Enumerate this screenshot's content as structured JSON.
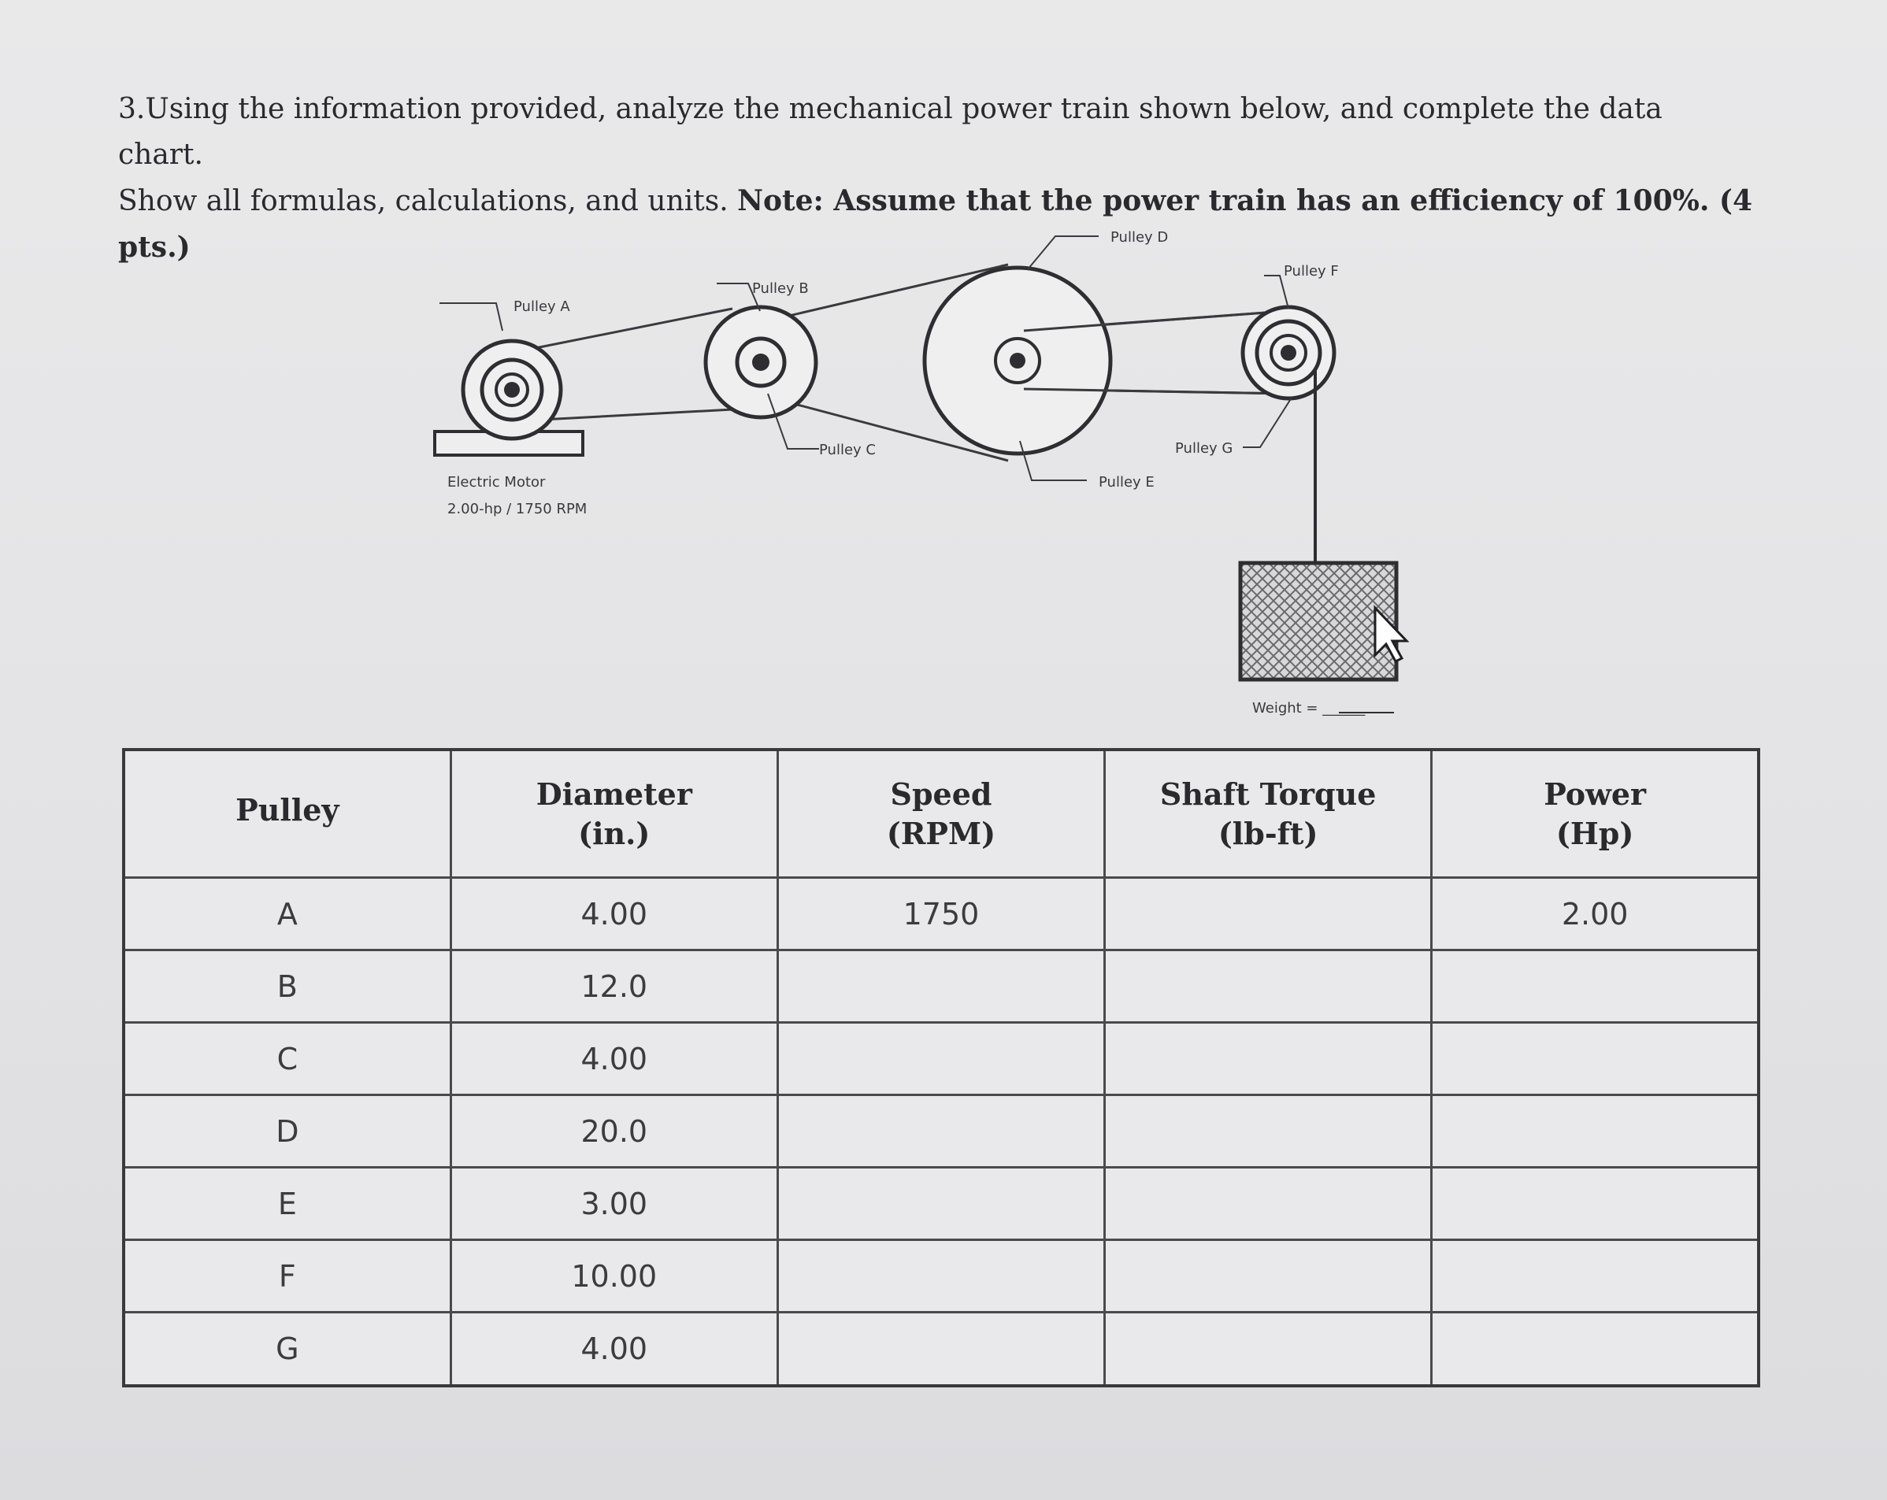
{
  "question": {
    "line1": "3.Using the information provided, analyze the mechanical power train shown below, and complete the data chart.",
    "line2_plain": "Show all formulas, calculations, and units. ",
    "line2_bold": "Note: Assume that the power train has an efficiency of 100%. (4 pts.)"
  },
  "diagram": {
    "pulley_a": "Pulley A",
    "pulley_b": "Pulley B",
    "pulley_c": "Pulley C",
    "pulley_d": "Pulley D",
    "pulley_e": "Pulley E",
    "pulley_f": "Pulley F",
    "pulley_g": "Pulley G",
    "motor_label": "Electric Motor",
    "motor_spec": "2.00-hp / 1750 RPM",
    "weight_label": "Weight = ______"
  },
  "table": {
    "headers": {
      "pulley": "Pulley",
      "diameter": "Diameter",
      "diameter_unit": "(in.)",
      "speed": "Speed",
      "speed_unit": "(RPM)",
      "torque": "Shaft Torque",
      "torque_unit": "(lb-ft)",
      "power": "Power",
      "power_unit": "(Hp)"
    },
    "rows": [
      {
        "pulley": "A",
        "diameter": "4.00",
        "speed": "1750",
        "torque": "",
        "power": "2.00"
      },
      {
        "pulley": "B",
        "diameter": "12.0",
        "speed": "",
        "torque": "",
        "power": ""
      },
      {
        "pulley": "C",
        "diameter": "4.00",
        "speed": "",
        "torque": "",
        "power": ""
      },
      {
        "pulley": "D",
        "diameter": "20.0",
        "speed": "",
        "torque": "",
        "power": ""
      },
      {
        "pulley": "E",
        "diameter": "3.00",
        "speed": "",
        "torque": "",
        "power": ""
      },
      {
        "pulley": "F",
        "diameter": "10.00",
        "speed": "",
        "torque": "",
        "power": ""
      },
      {
        "pulley": "G",
        "diameter": "4.00",
        "speed": "",
        "torque": "",
        "power": ""
      }
    ]
  }
}
